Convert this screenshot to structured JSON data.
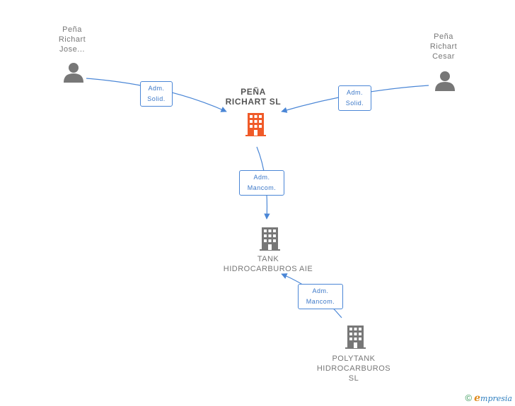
{
  "nodes": {
    "person_jose": {
      "lines": [
        "Peña",
        "Richart",
        "Jose..."
      ]
    },
    "person_cesar": {
      "lines": [
        "Peña",
        "Richart",
        "Cesar"
      ]
    },
    "company_main": {
      "lines": [
        "PEÑA",
        "RICHART SL"
      ]
    },
    "company_tank": {
      "lines": [
        "TANK",
        "HIDROCARBUROS AIE"
      ]
    },
    "company_polytank": {
      "lines": [
        "POLYTANK",
        "HIDROCARBUROS",
        "SL"
      ]
    }
  },
  "relations": {
    "jose_main": {
      "lines": [
        "Adm.",
        "Solid."
      ]
    },
    "cesar_main": {
      "lines": [
        "Adm.",
        "Solid."
      ]
    },
    "main_tank": {
      "lines": [
        "Adm.",
        "Mancom."
      ]
    },
    "polytank_tank": {
      "lines": [
        "Adm.",
        "Mancom."
      ]
    }
  },
  "colors": {
    "edge": "#4a86d6",
    "focus": "#f05a28",
    "node": "#777777"
  },
  "brand": {
    "copyright": "©",
    "initial": "e",
    "rest": "mpresia"
  }
}
